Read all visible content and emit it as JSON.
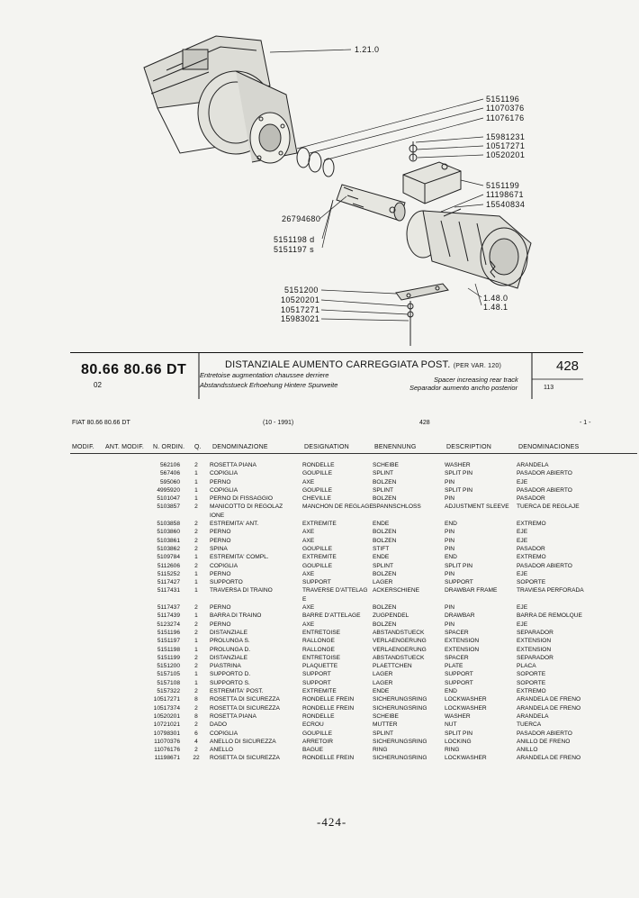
{
  "callouts": {
    "c_1_21_0": "1.21.0",
    "c_5151196": "5151196",
    "c_11070376": "11070376",
    "c_11076176": "11076176",
    "c_15981231": "15981231",
    "c_10517271a": "10517271",
    "c_10520201a": "10520201",
    "c_5151199": "5151199",
    "c_11198671": "11198671",
    "c_15540834": "15540834",
    "c_26794680": "26794680",
    "c_5151198": "5151198 d",
    "c_5151197": "5151197 s",
    "c_5151200": "5151200",
    "c_10520201b": "10520201",
    "c_10517271b": "10517271",
    "c_15983021": "15983021",
    "c_1_48_0": "1.48.0",
    "c_1_48_1": "1.48.1"
  },
  "header": {
    "model": "80.66 80.66 DT",
    "model_sub": "02",
    "title_it": "DISTANZIALE AUMENTO CARREGGIATA POST.",
    "title_var": "(PER VAR. 120)",
    "title_fr": "Entretoise augmentation chaussee derriere",
    "title_de": "Abstandsstueck Erhoehung Hintere Spurweite",
    "title_en": "Spacer increasing rear track",
    "title_es": "Separador aumento ancho posterior",
    "page": "428",
    "page_sub": "113"
  },
  "meta": {
    "model": "FIAT 80.66 80.66 DT",
    "date": "(10 - 1991)",
    "page": "428",
    "sheet": "- 1 -"
  },
  "columns": {
    "modif": "MODIF.",
    "ant_modif": "ANT. MODIF.",
    "n_ordin": "N. ORDIN.",
    "q": "Q.",
    "denominazione": "DENOMINAZIONE",
    "designation": "DESIGNATION",
    "benennung": "BENENNUNG",
    "description": "DESCRIPTION",
    "denominaciones": "DENOMINACIONES"
  },
  "parts": [
    {
      "code": "562106",
      "qty": "2",
      "it": "ROSETTA PIANA",
      "fr": "RONDELLE",
      "de": "SCHEIBE",
      "en": "WASHER",
      "es": "ARANDELA"
    },
    {
      "code": "567406",
      "qty": "1",
      "it": "COPIGLIA",
      "fr": "GOUPILLE",
      "de": "SPLINT",
      "en": "SPLIT PIN",
      "es": "PASADOR ABIERTO"
    },
    {
      "code": "595060",
      "qty": "1",
      "it": "PERNO",
      "fr": "AXE",
      "de": "BOLZEN",
      "en": "PIN",
      "es": "EJE"
    },
    {
      "code": "4995920",
      "qty": "1",
      "it": "COPIGLIA",
      "fr": "GOUPILLE",
      "de": "SPLINT",
      "en": "SPLIT PIN",
      "es": "PASADOR ABIERTO"
    },
    {
      "code": "5101047",
      "qty": "1",
      "it": "PERNO DI FISSAGGIO",
      "fr": "CHEVILLE",
      "de": "BOLZEN",
      "en": "PIN",
      "es": "PASADOR"
    },
    {
      "code": "5103857",
      "qty": "2",
      "it": "MANICOTTO DI REGOLAZ",
      "fr": "MANCHON DE REGLAGE",
      "de": "SPANNSCHLOSS",
      "en": "ADJUSTMENT SLEEVE",
      "es": "TUERCA DE REGLAJE"
    },
    {
      "code": "",
      "qty": "",
      "it": "IONE",
      "fr": "",
      "de": "",
      "en": "",
      "es": ""
    },
    {
      "code": "5103858",
      "qty": "2",
      "it": "ESTREMITA' ANT.",
      "fr": "EXTREMITE",
      "de": "ENDE",
      "en": "END",
      "es": "EXTREMO"
    },
    {
      "code": "5103860",
      "qty": "2",
      "it": "PERNO",
      "fr": "AXE",
      "de": "BOLZEN",
      "en": "PIN",
      "es": "EJE"
    },
    {
      "code": "5103861",
      "qty": "2",
      "it": "PERNO",
      "fr": "AXE",
      "de": "BOLZEN",
      "en": "PIN",
      "es": "EJE"
    },
    {
      "code": "5103862",
      "qty": "2",
      "it": "SPINA",
      "fr": "GOUPILLE",
      "de": "STIFT",
      "en": "PIN",
      "es": "PASADOR"
    },
    {
      "code": "5109784",
      "qty": "1",
      "it": "ESTREMITA' COMPL.",
      "fr": "EXTREMITE",
      "de": "ENDE",
      "en": "END",
      "es": "EXTREMO"
    },
    {
      "code": "5112606",
      "qty": "2",
      "it": "COPIGLIA",
      "fr": "GOUPILLE",
      "de": "SPLINT",
      "en": "SPLIT PIN",
      "es": "PASADOR ABIERTO"
    },
    {
      "code": "5115252",
      "qty": "1",
      "it": "PERNO",
      "fr": "AXE",
      "de": "BOLZEN",
      "en": "PIN",
      "es": "EJE"
    },
    {
      "code": "5117427",
      "qty": "1",
      "it": "SUPPORTO",
      "fr": "SUPPORT",
      "de": "LAGER",
      "en": "SUPPORT",
      "es": "SOPORTE"
    },
    {
      "code": "5117431",
      "qty": "1",
      "it": "TRAVERSA DI TRAINO",
      "fr": "TRAVERSE D'ATTELAG",
      "de": "ACKERSCHIENE",
      "en": "DRAWBAR FRAME",
      "es": "TRAVIESA PERFORADA"
    },
    {
      "code": "",
      "qty": "",
      "it": "",
      "fr": "E",
      "de": "",
      "en": "",
      "es": ""
    },
    {
      "code": "5117437",
      "qty": "2",
      "it": "PERNO",
      "fr": "AXE",
      "de": "BOLZEN",
      "en": "PIN",
      "es": "EJE"
    },
    {
      "code": "5117439",
      "qty": "1",
      "it": "BARRA DI TRAINO",
      "fr": "BARRE D'ATTELAGE",
      "de": "ZUGPENDEL",
      "en": "DRAWBAR",
      "es": "BARRA DE REMOLQUE"
    },
    {
      "code": "5123274",
      "qty": "2",
      "it": "PERNO",
      "fr": "AXE",
      "de": "BOLZEN",
      "en": "PIN",
      "es": "EJE"
    },
    {
      "code": "5151196",
      "qty": "2",
      "it": "DISTANZIALE",
      "fr": "ENTRETOISE",
      "de": "ABSTANDSTUECK",
      "en": "SPACER",
      "es": "SEPARADOR"
    },
    {
      "code": "5151197",
      "qty": "1",
      "it": "PROLUNGA S.",
      "fr": "RALLONGE",
      "de": "VERLAENGERUNG",
      "en": "EXTENSION",
      "es": "EXTENSION"
    },
    {
      "code": "5151198",
      "qty": "1",
      "it": "PROLUNGA D.",
      "fr": "RALLONGE",
      "de": "VERLAENGERUNG",
      "en": "EXTENSION",
      "es": "EXTENSION"
    },
    {
      "code": "5151199",
      "qty": "2",
      "it": "DISTANZIALE",
      "fr": "ENTRETOISE",
      "de": "ABSTANDSTUECK",
      "en": "SPACER",
      "es": "SEPARADOR"
    },
    {
      "code": "5151200",
      "qty": "2",
      "it": "PIASTRINA",
      "fr": "PLAQUETTE",
      "de": "PLAETTCHEN",
      "en": "PLATE",
      "es": "PLACA"
    },
    {
      "code": "5157105",
      "qty": "1",
      "it": "SUPPORTO D.",
      "fr": "SUPPORT",
      "de": "LAGER",
      "en": "SUPPORT",
      "es": "SOPORTE"
    },
    {
      "code": "5157108",
      "qty": "1",
      "it": "SUPPORTO S.",
      "fr": "SUPPORT",
      "de": "LAGER",
      "en": "SUPPORT",
      "es": "SOPORTE"
    },
    {
      "code": "5157322",
      "qty": "2",
      "it": "ESTREMITA' POST.",
      "fr": "EXTREMITE",
      "de": "ENDE",
      "en": "END",
      "es": "EXTREMO"
    },
    {
      "code": "10517271",
      "qty": "8",
      "it": "ROSETTA DI SICUREZZA",
      "fr": "RONDELLE FREIN",
      "de": "SICHERUNGSRING",
      "en": "LOCKWASHER",
      "es": "ARANDELA DE FRENO"
    },
    {
      "code": "10517374",
      "qty": "2",
      "it": "ROSETTA DI SICUREZZA",
      "fr": "RONDELLE FREIN",
      "de": "SICHERUNGSRING",
      "en": "LOCKWASHER",
      "es": "ARANDELA DE FRENO"
    },
    {
      "code": "10520201",
      "qty": "8",
      "it": "ROSETTA PIANA",
      "fr": "RONDELLE",
      "de": "SCHEIBE",
      "en": "WASHER",
      "es": "ARANDELA"
    },
    {
      "code": "10721021",
      "qty": "2",
      "it": "DADO",
      "fr": "ECROU",
      "de": "MUTTER",
      "en": "NUT",
      "es": "TUERCA"
    },
    {
      "code": "10798301",
      "qty": "6",
      "it": "COPIGLIA",
      "fr": "GOUPILLE",
      "de": "SPLINT",
      "en": "SPLIT PIN",
      "es": "PASADOR ABIERTO"
    },
    {
      "code": "11070376",
      "qty": "4",
      "it": "ANELLO DI SICUREZZA",
      "fr": "ARRETOIR",
      "de": "SICHERUNGSRING",
      "en": "LOCKING",
      "es": "ANILLO DE FRENO"
    },
    {
      "code": "11076176",
      "qty": "2",
      "it": "ANELLO",
      "fr": "BAGUE",
      "de": "RING",
      "en": "RING",
      "es": "ANILLO"
    },
    {
      "code": "11198671",
      "qty": "22",
      "it": "ROSETTA DI SICUREZZA",
      "fr": "RONDELLE FREIN",
      "de": "SICHERUNGSRING",
      "en": "LOCKWASHER",
      "es": "ARANDELA DE FRENO"
    }
  ],
  "footer": {
    "page_number": "-424-"
  }
}
